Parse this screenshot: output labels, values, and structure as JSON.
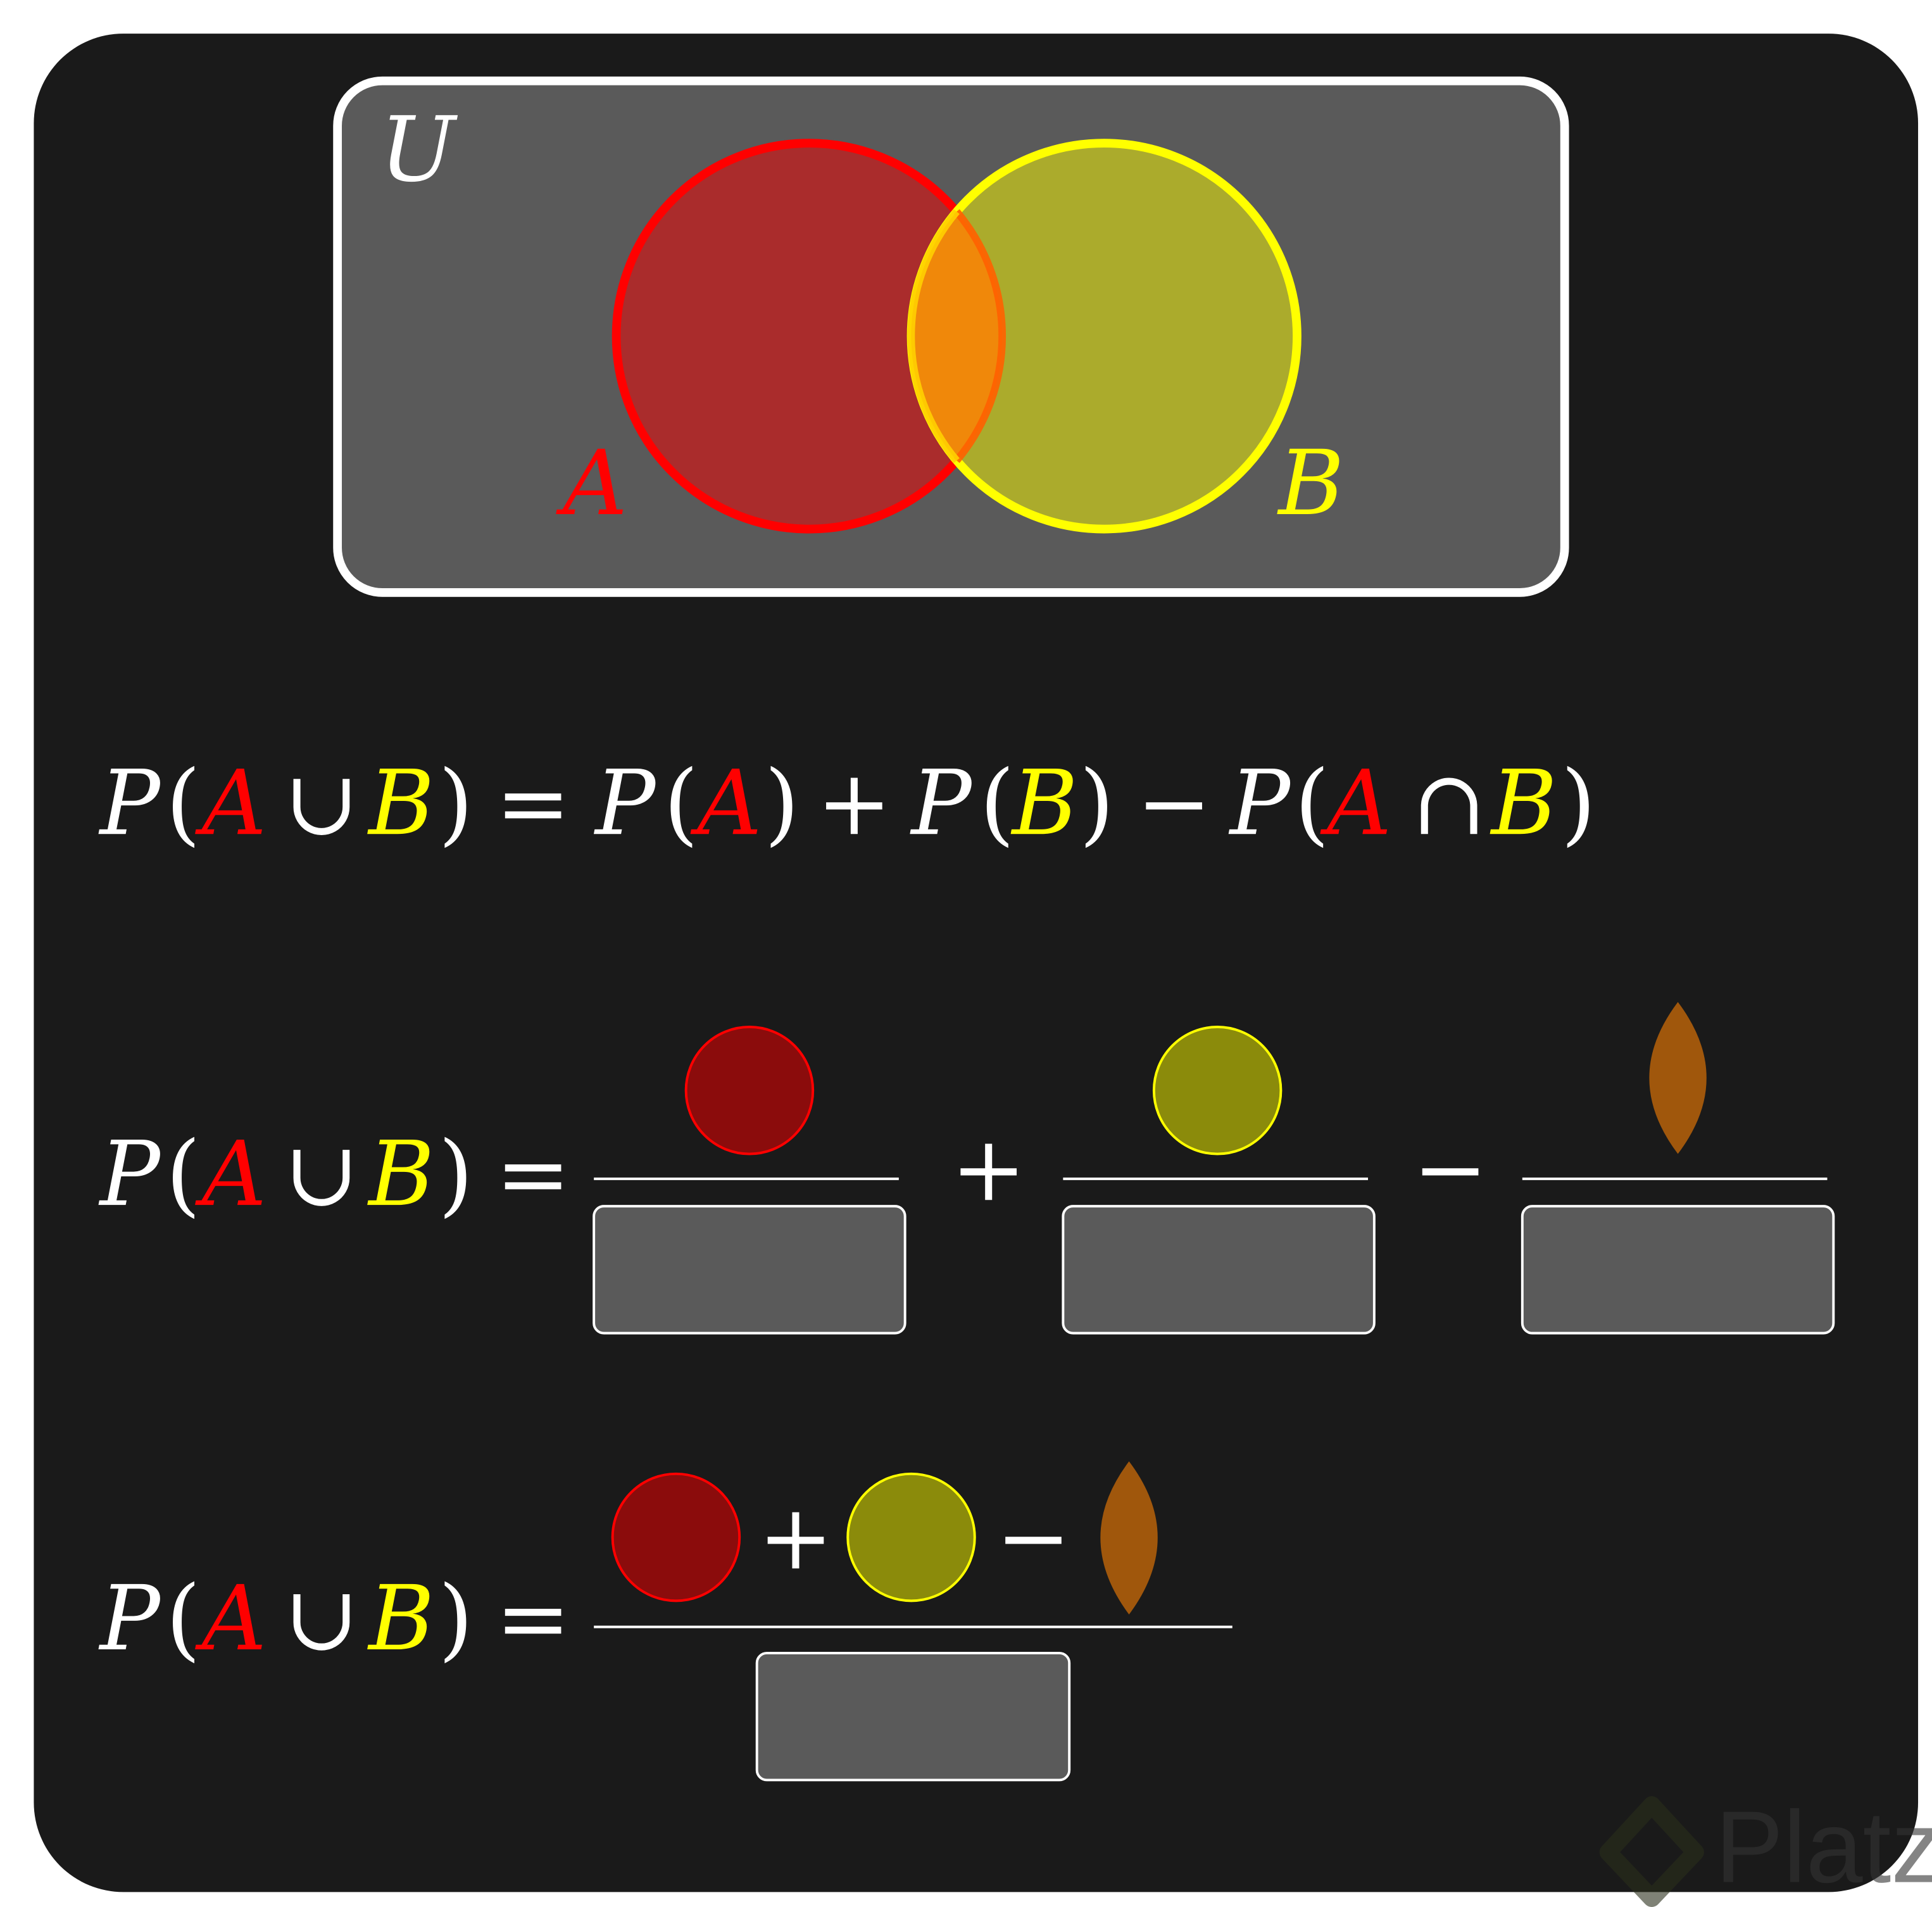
{
  "colors": {
    "background": "#1a1a1a",
    "universe": "#5a5a5a",
    "set_a": "#ff0000",
    "set_b": "#ffff00",
    "intersection": "#f0880a",
    "fill_a_small": "#8b0c0c",
    "fill_b_small": "#8b8b0b",
    "lens_small": "#a0570c"
  },
  "venn": {
    "universe_label": "U",
    "set_a_label": "A",
    "set_b_label": "B"
  },
  "equation1": [
    {
      "t": "P",
      "c": "w",
      "i": true
    },
    {
      "t": "(",
      "c": "w"
    },
    {
      "t": "A",
      "c": "a",
      "i": true
    },
    {
      "t": "∪",
      "c": "w"
    },
    {
      "t": "B",
      "c": "b",
      "i": true
    },
    {
      "t": ")",
      "c": "w"
    },
    {
      "t": "=",
      "c": "w"
    },
    {
      "t": "P",
      "c": "w",
      "i": true
    },
    {
      "t": "(",
      "c": "w"
    },
    {
      "t": "A",
      "c": "a",
      "i": true
    },
    {
      "t": ")",
      "c": "w"
    },
    {
      "t": "+",
      "c": "w"
    },
    {
      "t": "P",
      "c": "w",
      "i": true
    },
    {
      "t": "(",
      "c": "w"
    },
    {
      "t": "B",
      "c": "b",
      "i": true
    },
    {
      "t": ")",
      "c": "w"
    },
    {
      "t": "−",
      "c": "w"
    },
    {
      "t": "P",
      "c": "w",
      "i": true
    },
    {
      "t": "(",
      "c": "w"
    },
    {
      "t": "A",
      "c": "a",
      "i": true
    },
    {
      "t": "∩",
      "c": "w"
    },
    {
      "t": "B",
      "c": "b",
      "i": true
    },
    {
      "t": ")",
      "c": "w"
    }
  ],
  "lhs": [
    {
      "t": "P",
      "c": "w",
      "i": true
    },
    {
      "t": "(",
      "c": "w"
    },
    {
      "t": "A",
      "c": "a",
      "i": true
    },
    {
      "t": "∪",
      "c": "w"
    },
    {
      "t": "B",
      "c": "b",
      "i": true
    },
    {
      "t": ")",
      "c": "w"
    },
    {
      "t": "=",
      "c": "w"
    }
  ],
  "operators": {
    "plus": "+",
    "minus": "−"
  },
  "watermark": "Platzi"
}
